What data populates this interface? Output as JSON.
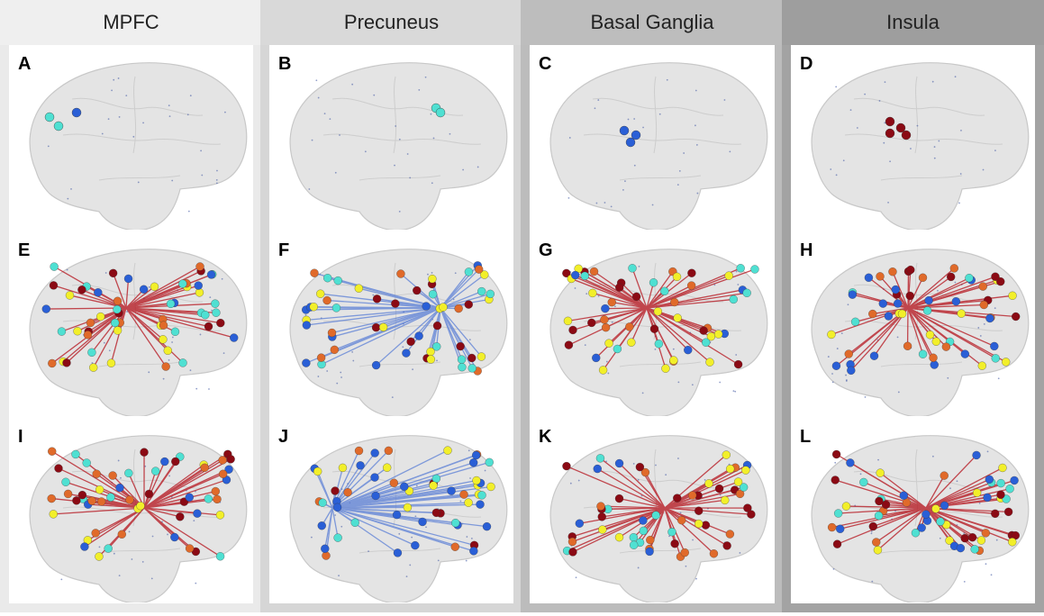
{
  "columns": [
    {
      "title": "MPFC",
      "header_color": "#efefef",
      "frame_color": "#eaeaea",
      "letters": [
        "A",
        "E",
        "I"
      ],
      "edge_color": "#b5121b",
      "seed": 1
    },
    {
      "title": "Precuneus",
      "header_color": "#d9d9d9",
      "frame_color": "#d6d6d6",
      "letters": [
        "B",
        "F",
        "J"
      ],
      "edge_color": "#5b7fd6",
      "seed": 2
    },
    {
      "title": "Basal Ganglia",
      "header_color": "#bdbdbd",
      "frame_color": "#bcbcbc",
      "letters": [
        "C",
        "G",
        "K"
      ],
      "edge_color": "#b5121b",
      "seed": 3
    },
    {
      "title": "Insula",
      "header_color": "#9e9e9e",
      "frame_color": "#a3a3a3",
      "letters": [
        "D",
        "H",
        "L"
      ],
      "edge_color": "#b5121b",
      "seed": 4
    }
  ],
  "node_colors": {
    "dark_red": "#8b0a14",
    "blue": "#2a5fd6",
    "cyan": "#4fe0d2",
    "yellow": "#f2ef2a",
    "orange": "#e06a2a"
  },
  "brain_fill": "#e4e4e4",
  "brain_stroke": "#c8c8c8"
}
